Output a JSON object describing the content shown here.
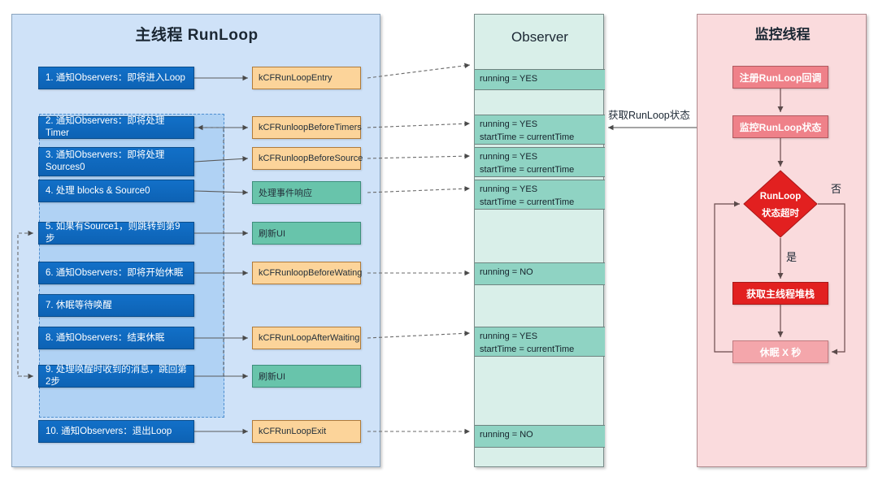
{
  "diagram": {
    "title_main": "主线程 RunLoop",
    "title_observer": "Observer",
    "title_monitor": "监控线程",
    "edge_label_get_state": "获取RunLoop状态",
    "branch_yes": "是",
    "branch_no": "否",
    "colors": {
      "main_panel_bg": "#cfe2f8",
      "observer_panel_bg": "#d9efe9",
      "monitor_panel_bg": "#fadbdd",
      "step_blue": "#0d62b4",
      "callback_orange": "#fcd49a",
      "action_green": "#68c4ab",
      "diamond_red": "#e22020"
    }
  },
  "steps": [
    {
      "label": "1. 通知Observers：即将进入Loop"
    },
    {
      "label": "2. 通知Observers：即将处理Timer"
    },
    {
      "label": "3. 通知Observers：即将处理 Sources0"
    },
    {
      "label": "4. 处理 blocks & Source0"
    },
    {
      "label": "5. 如果有Source1，则跳转到第9步"
    },
    {
      "label": "6. 通知Observers：即将开始休眠"
    },
    {
      "label": "7. 休眠等待唤醒"
    },
    {
      "label": "8. 通知Observers：结束休眠"
    },
    {
      "label": "9. 处理唤醒时收到的消息，跳回第2步"
    },
    {
      "label": "10. 通知Observers：退出Loop"
    }
  ],
  "callbacks": [
    {
      "label": "kCFRunLoopEntry",
      "kind": "orange"
    },
    {
      "label": "kCFRunloopBeforeTimers",
      "kind": "orange"
    },
    {
      "label": "kCFRunloopBeforeSource",
      "kind": "orange"
    },
    {
      "label": "处理事件响应",
      "kind": "green"
    },
    {
      "label": "刷新UI",
      "kind": "green"
    },
    {
      "label": "kCFRunloopBeforeWating",
      "kind": "orange"
    },
    {
      "label": "kCFRunLoopAfterWaiting",
      "kind": "orange"
    },
    {
      "label": "刷新UI",
      "kind": "green"
    },
    {
      "label": "kCFRunLoopExit",
      "kind": "orange"
    }
  ],
  "observer_states": [
    {
      "line1": "running = YES",
      "line2": ""
    },
    {
      "line1": "running = YES",
      "line2": "startTime = currentTime"
    },
    {
      "line1": "running = YES",
      "line2": "startTime = currentTime"
    },
    {
      "line1": "running = YES",
      "line2": "startTime = currentTime"
    },
    {
      "line1": "running = NO",
      "line2": ""
    },
    {
      "line1": "running = YES",
      "line2": "startTime = currentTime"
    },
    {
      "line1": "running = NO",
      "line2": ""
    }
  ],
  "monitor_nodes": [
    {
      "label": "注册RunLoop回调",
      "style": "light"
    },
    {
      "label": "监控RunLoop状态",
      "style": "light"
    },
    {
      "label_line1": "RunLoop",
      "label_line2": "状态超时",
      "style": "diamond"
    },
    {
      "label": "获取主线程堆栈",
      "style": "solid"
    },
    {
      "label": "休眠 X 秒",
      "style": "pale"
    }
  ]
}
